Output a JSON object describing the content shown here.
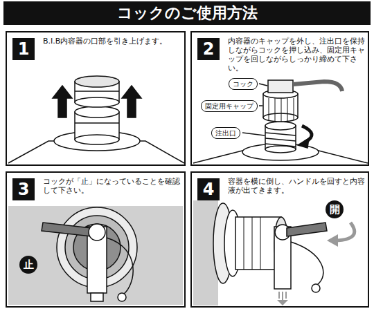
{
  "diagram": {
    "title": "コックのご使用方法",
    "nodes": [
      {
        "text": [
          "B.I.B内容器の口部を引き上げます。"
        ]
      },
      {
        "text": [
          "1"
        ],
        "in": 0
      },
      {
        "text": [
          "内容器のキャップを外し、注出口を保持しながらコックを押し込み、固定用キャップを回しながらしっかり締めて下さい。"
        ]
      },
      {
        "text": [
          "2"
        ],
        "in": 2
      },
      {
        "text": [
          "コック"
        ],
        "in": 2
      },
      {
        "text": [
          "固定用キャップ"
        ],
        "in": 2
      },
      {
        "text": [
          "注出口"
        ],
        "in": 2
      },
      {
        "text": [
          "コックが「止」になっていることを確認して下さい。"
        ]
      },
      {
        "text": [
          "3"
        ],
        "in": 7
      },
      {
        "text": [
          "止"
        ],
        "in": 7
      },
      {
        "text": [
          "容器を横に倒し、ハンドルを回すと内容液が出てきます。"
        ]
      },
      {
        "text": [
          "4"
        ],
        "in": 10
      },
      {
        "text": [
          "開"
        ],
        "in": 10
      }
    ]
  }
}
